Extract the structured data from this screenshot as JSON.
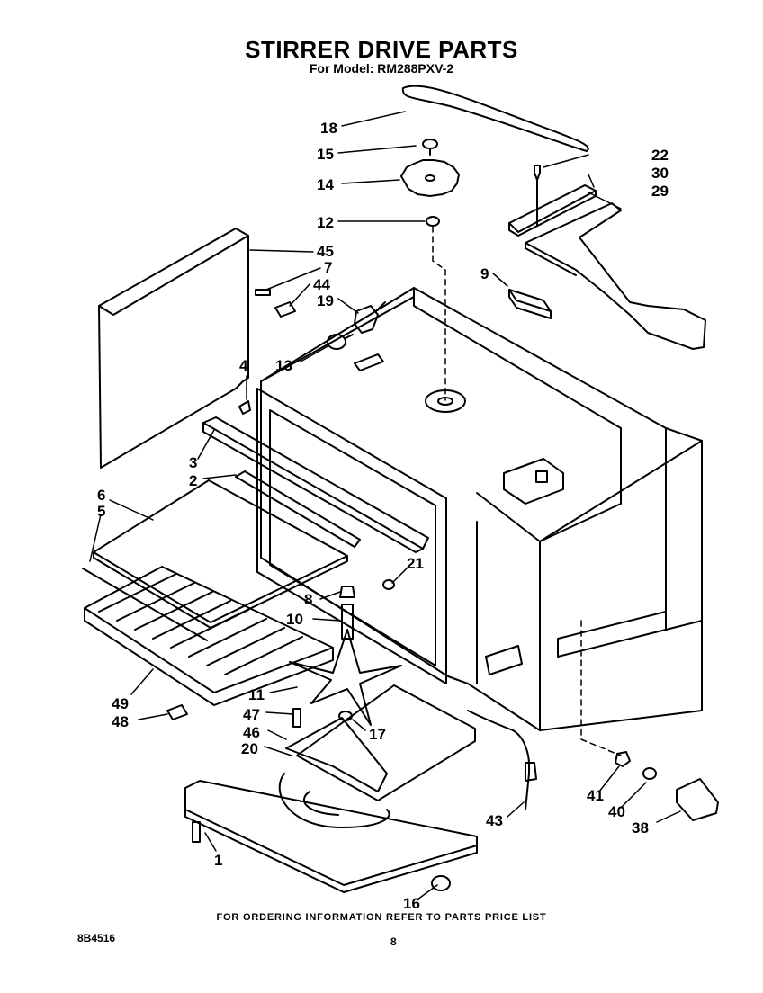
{
  "header": {
    "title": "STIRRER DRIVE PARTS",
    "subtitle": "For Model: RM288PXV-2"
  },
  "callouts": {
    "c1": "1",
    "c2": "2",
    "c3": "3",
    "c4": "4",
    "c5": "5",
    "c6": "6",
    "c7": "7",
    "c8": "8",
    "c9": "9",
    "c10": "10",
    "c11": "11",
    "c12": "12",
    "c13": "13",
    "c14": "14",
    "c15": "15",
    "c16": "16",
    "c17": "17",
    "c18": "18",
    "c19": "19",
    "c20": "20",
    "c21": "21",
    "c22": "22",
    "c29": "29",
    "c30": "30",
    "c38": "38",
    "c40": "40",
    "c41": "41",
    "c43": "43",
    "c44": "44",
    "c45": "45",
    "c46": "46",
    "c47": "47",
    "c48": "48",
    "c49": "49"
  },
  "footer": {
    "ordering_note": "FOR ORDERING INFORMATION REFER TO PARTS PRICE LIST",
    "doc_number": "8B4516",
    "page_number": "8"
  }
}
